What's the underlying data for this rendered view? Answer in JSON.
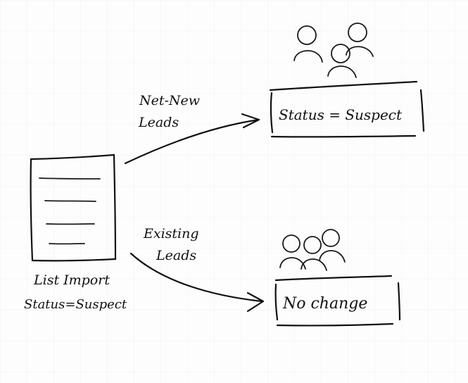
{
  "source": {
    "line1": "List Import",
    "line2": "Status=Suspect"
  },
  "edges": {
    "net_new": {
      "line1": "Net-New",
      "line2": "Leads"
    },
    "existing": {
      "line1": "Existing",
      "line2": "Leads"
    }
  },
  "targets": {
    "net_new_box": "Status = Suspect",
    "existing_box": "No change"
  },
  "icons": {
    "document": "document-icon",
    "people": "people-group-icon"
  }
}
